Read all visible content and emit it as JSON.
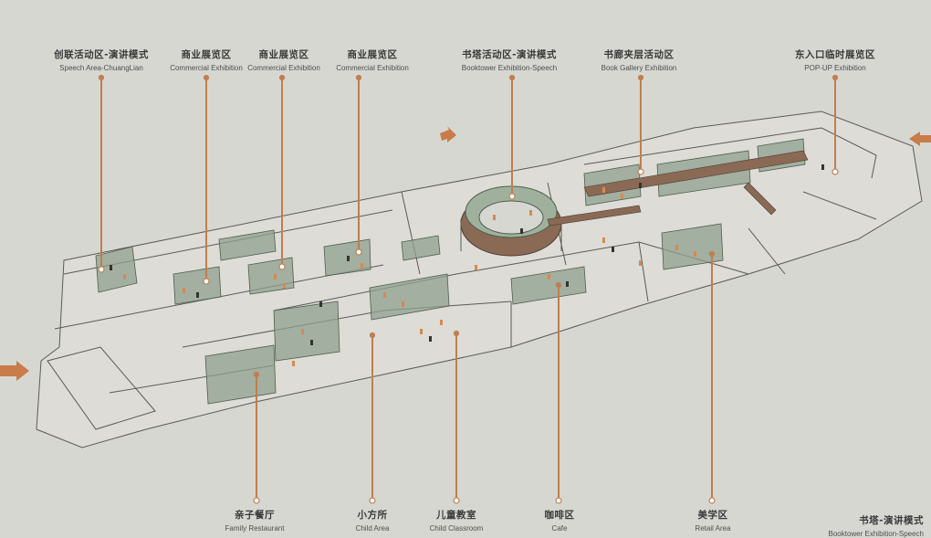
{
  "colors": {
    "background": "#d7d7d2",
    "plan_line": "#5a5a5a",
    "zone_fill": "#8fa08e",
    "wood": "#8a6a55",
    "leader": "#c07e4f",
    "figure": "#d9894e",
    "arrow": "#c97b4a"
  },
  "top_labels": [
    {
      "zh": "创联活动区-演讲模式",
      "en": "Speech Area-ChuangLian"
    },
    {
      "zh": "商业展览区",
      "en": "Commercial Exhibition"
    },
    {
      "zh": "商业展览区",
      "en": "Commercial Exhibition"
    },
    {
      "zh": "商业展览区",
      "en": "Commercial Exhibition"
    },
    {
      "zh": "书塔活动区-演讲模式",
      "en": "Booktower Exhibition-Speech"
    },
    {
      "zh": "书廊夹层活动区",
      "en": "Book Gallery Exhibition"
    },
    {
      "zh": "东入口临时展览区",
      "en": "POP-UP Exhibition"
    }
  ],
  "bottom_labels": [
    {
      "zh": "亲子餐厅",
      "en": "Family  Restaurant"
    },
    {
      "zh": "小方所",
      "en": "Child Area"
    },
    {
      "zh": "儿童教室",
      "en": "Child Classroom"
    },
    {
      "zh": "咖啡区",
      "en": "Cafe"
    },
    {
      "zh": "美学区",
      "en": "Retail Area"
    }
  ],
  "corner_label": {
    "zh": "书塔-演讲模式",
    "en": "Booktower Exhibition-Speech"
  }
}
